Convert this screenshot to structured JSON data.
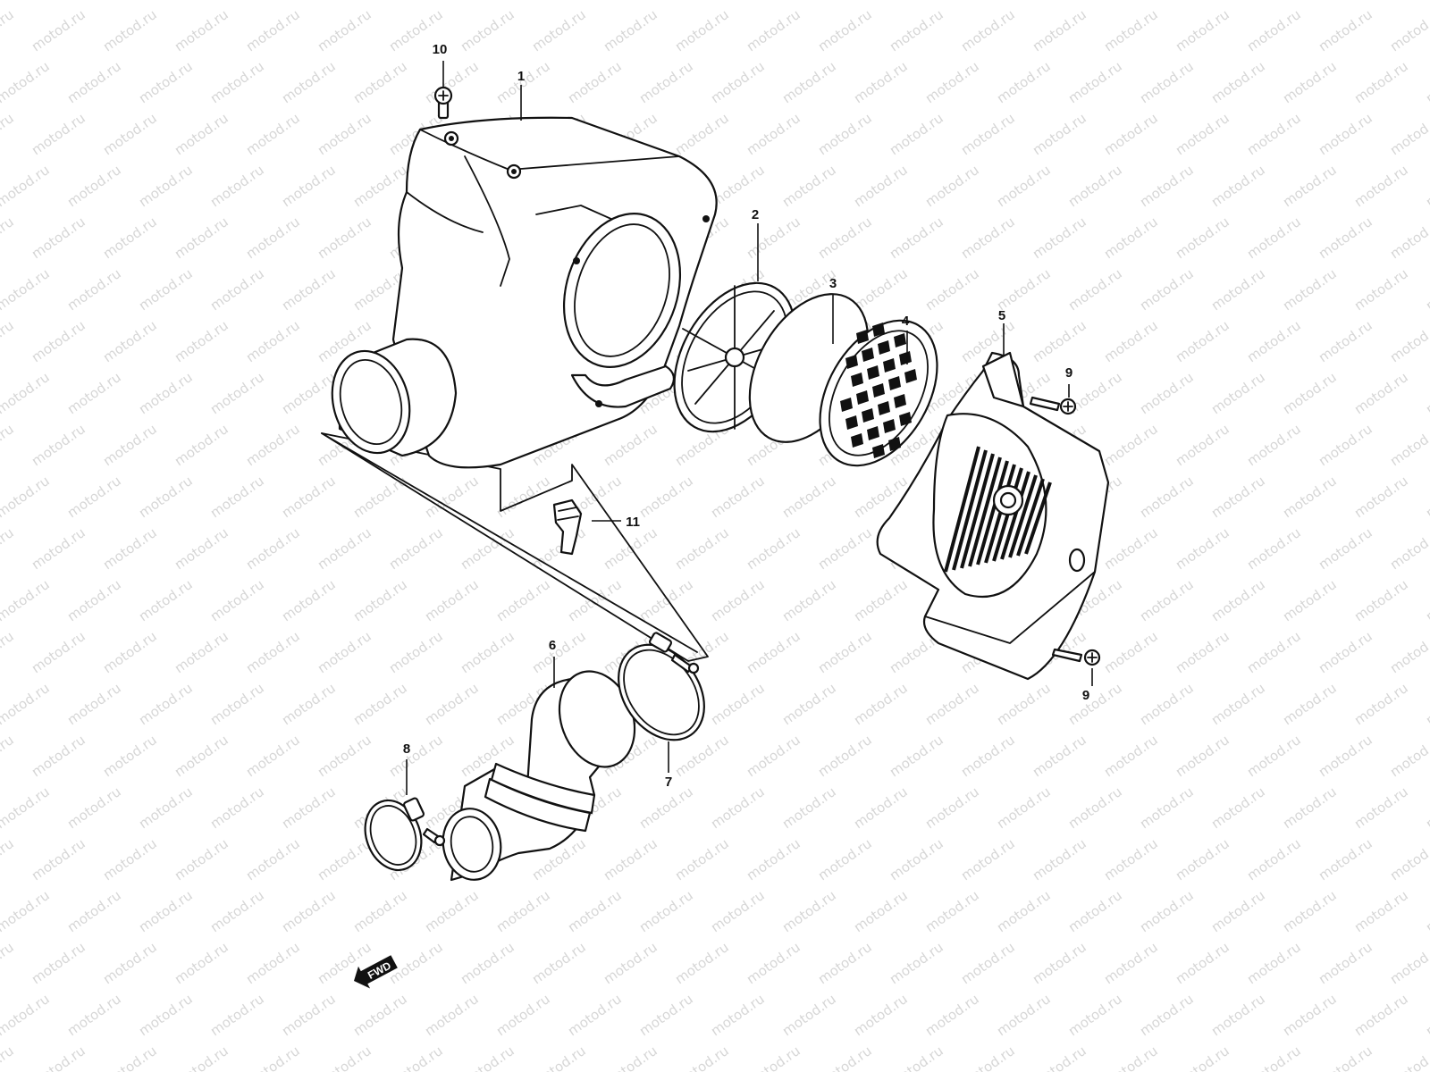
{
  "watermark": "motod.ru",
  "colors": {
    "line": "#111111",
    "background": "#ffffff",
    "watermark": "#d6d6d6"
  },
  "callouts": {
    "c1": "1",
    "c2": "2",
    "c3": "3",
    "c4": "4",
    "c5": "5",
    "c6": "6",
    "c7": "7",
    "c8": "8",
    "c9a": "9",
    "c9b": "9",
    "c10": "10",
    "c11": "11"
  },
  "fwd_label": "FWD"
}
